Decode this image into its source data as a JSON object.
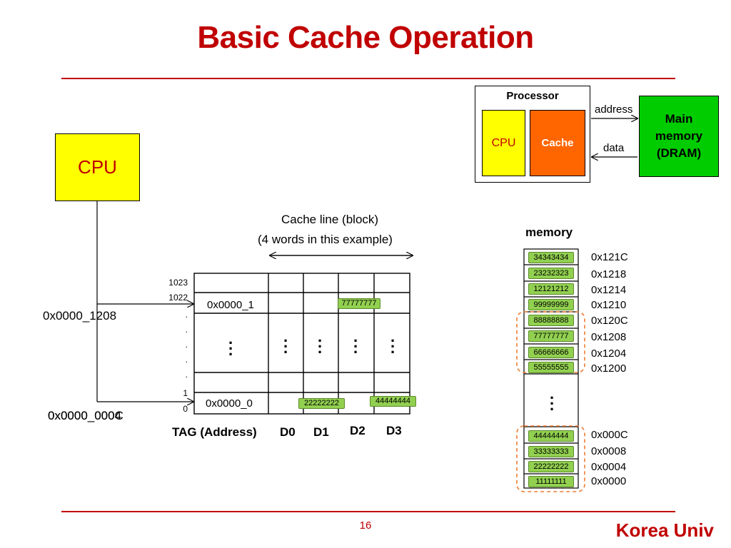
{
  "title": "Basic Cache Operation",
  "cpu_label": "CPU",
  "processor": {
    "label": "Processor",
    "cpu_label": "CPU",
    "cache_label": "Cache",
    "address_label": "address",
    "data_label": "data",
    "main_memory_line1": "Main",
    "main_memory_line2": "memory",
    "main_memory_line3": "(DRAM)"
  },
  "cache_line": {
    "label_line1": "Cache line (block)",
    "label_line2": "(4 words in this example)"
  },
  "addresses": {
    "upper": "0x0000_1208",
    "lower_a": "0x0000_0004",
    "lower_b": "0x0000_000C"
  },
  "cache_table": {
    "index_labels": [
      "1023",
      "1022",
      ".",
      ".",
      ".",
      ".",
      ".",
      "1",
      "0"
    ],
    "row_1022_tag": "0x0000_1",
    "row_1022_d2": "77777777",
    "row_0_tag": "0x0000_0",
    "row_0_d1": "22222222",
    "row_0_d3": "44444444",
    "columns": [
      "TAG (Address)",
      "D0",
      "D1",
      "D2",
      "D3"
    ]
  },
  "memory": {
    "label": "memory",
    "upper": [
      {
        "value": "34343434",
        "addr": "0x121C"
      },
      {
        "value": "23232323",
        "addr": "0x1218"
      },
      {
        "value": "12121212",
        "addr": "0x1214"
      },
      {
        "value": "99999999",
        "addr": "0x1210"
      },
      {
        "value": "88888888",
        "addr": "0x120C"
      },
      {
        "value": "77777777",
        "addr": "0x1208"
      },
      {
        "value": "66666666",
        "addr": "0x1204"
      },
      {
        "value": "55555555",
        "addr": "0x1200"
      }
    ],
    "lower": [
      {
        "value": "44444444",
        "addr": "0x000C"
      },
      {
        "value": "33333333",
        "addr": "0x0008"
      },
      {
        "value": "22222222",
        "addr": "0x0004"
      },
      {
        "value": "11111111",
        "addr": "0x0000"
      }
    ]
  },
  "footer": {
    "page_number": "16",
    "brand": "Korea Univ"
  },
  "colors": {
    "title_red": "#c00000",
    "cpu_yellow": "#ffff00",
    "cache_orange": "#ff6600",
    "dram_green": "#00cc00",
    "data_green": "#92d050",
    "highlight_dashed": "#ed7d31"
  }
}
